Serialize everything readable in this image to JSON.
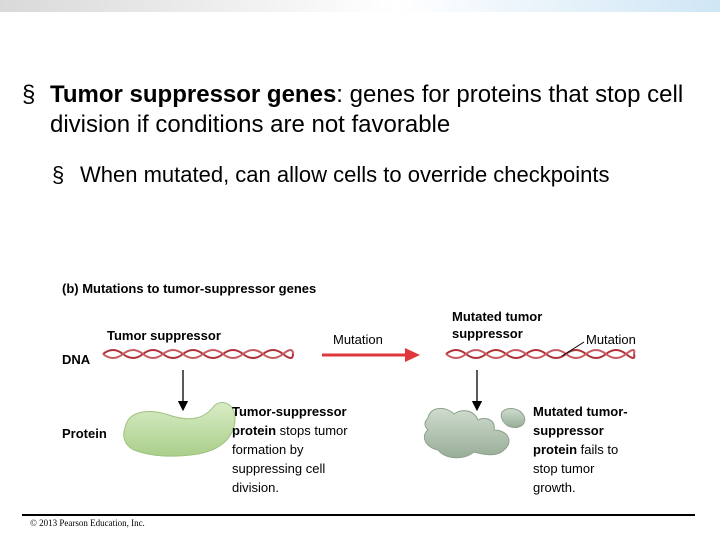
{
  "bullets": {
    "main_term": "Tumor suppressor genes",
    "main_rest": ": genes for proteins that stop cell division if conditions are not favorable",
    "sub": "When mutated, can allow cells to override checkpoints"
  },
  "figure": {
    "heading": "(b) Mutations to tumor-suppressor genes",
    "dna_label": "DNA",
    "protein_label": "Protein",
    "left_title": "Tumor suppressor",
    "mutation_arrow_label": "Mutation",
    "right_title_line1": "Mutated tumor",
    "right_title_line2": "suppressor",
    "right_mutation_label": "Mutation",
    "left_caption": [
      "Tumor-suppressor",
      "protein stops tumor",
      "formation by",
      "suppressing cell",
      "division."
    ],
    "right_caption": [
      "Mutated tumor-",
      "suppressor",
      "protein fails to",
      "stop tumor",
      "growth."
    ]
  },
  "footer": {
    "copyright": "© 2013 Pearson Education, Inc."
  },
  "colors": {
    "dna": "#b0323a",
    "protein_normal": "#bcd9a0",
    "protein_mutated": "#aebfae",
    "arrow": "#e0373d"
  }
}
